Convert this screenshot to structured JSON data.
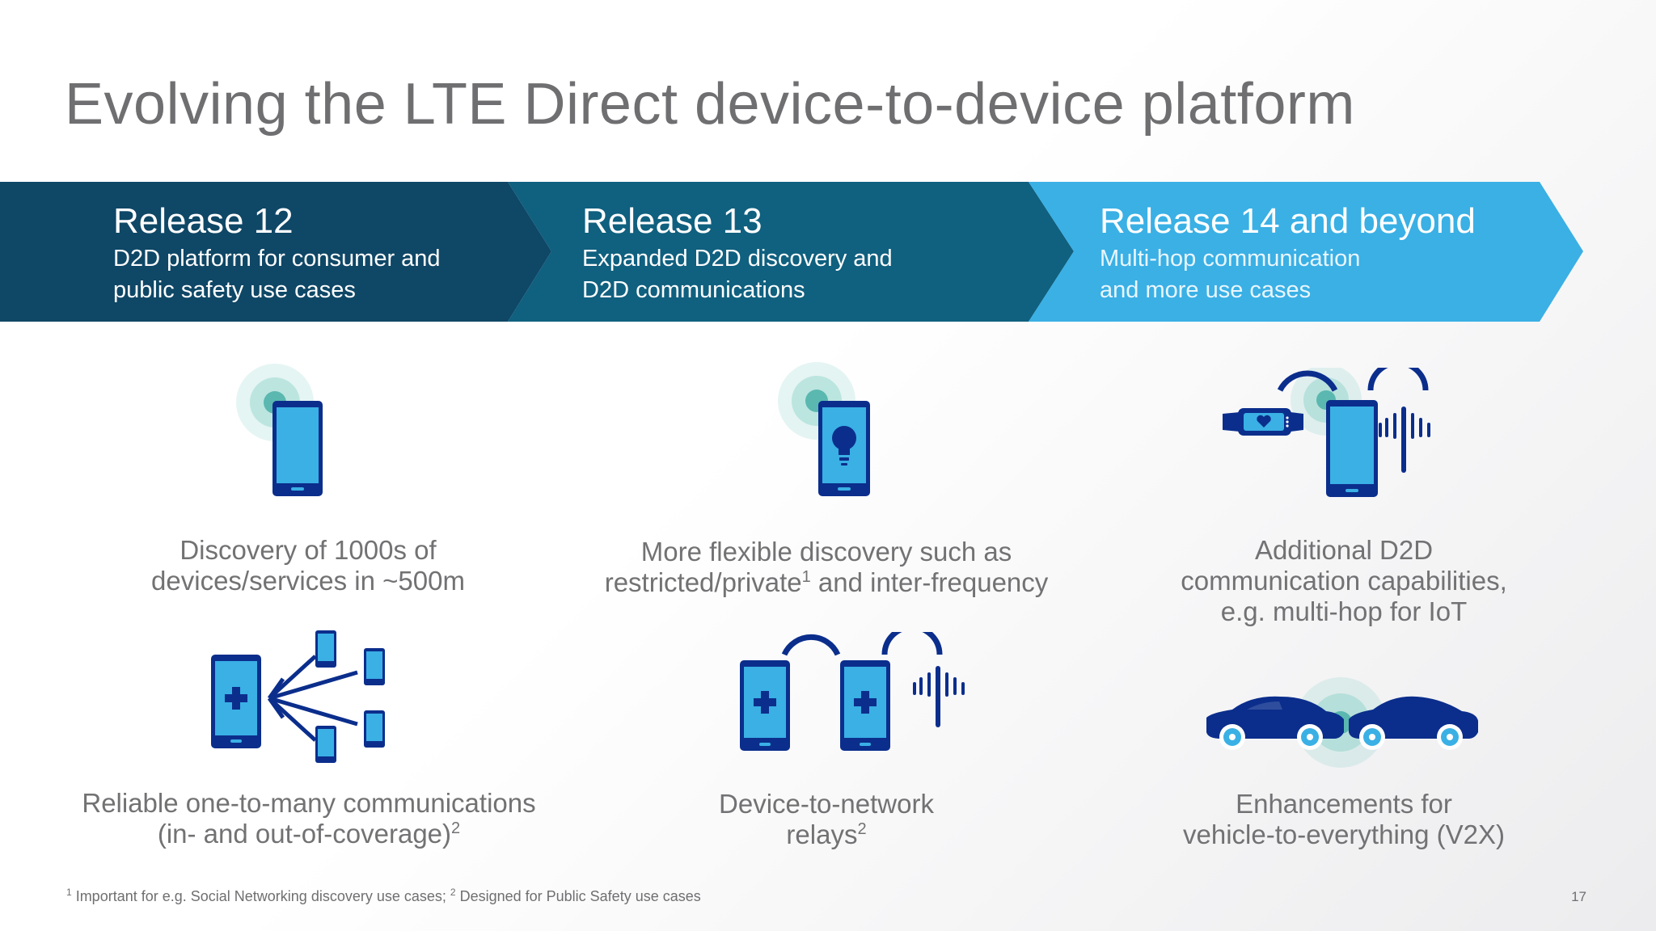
{
  "title": "Evolving the LTE Direct device-to-device platform",
  "colors": {
    "release12": "#0f4766",
    "release13": "#10607f",
    "release14": "#3ab0e5",
    "device_blue": "#0b2e8c",
    "screen_blue": "#3ab0e5",
    "signal_teal": "#6fc8be"
  },
  "releases": [
    {
      "title": "Release 12",
      "line1": "D2D platform for consumer and",
      "line2": "public safety use cases"
    },
    {
      "title": "Release 13",
      "line1": "Expanded D2D discovery and",
      "line2": "D2D communications"
    },
    {
      "title": "Release 14 and beyond",
      "line1": "Multi-hop communication",
      "line2": "and more use cases"
    }
  ],
  "features": {
    "discovery": {
      "icon": "phone-signal-icon",
      "line1": "Discovery of 1000s of",
      "line2": "devices/services in ~500m"
    },
    "flexible": {
      "icon": "phone-lightbulb-icon",
      "line1": "More flexible discovery such as",
      "line2a": "restricted/private",
      "sup": "1",
      "line2b": " and inter-frequency"
    },
    "additional": {
      "icon": "wearable-phone-tower-icon",
      "line1": "Additional D2D",
      "line2": "communication capabilities,",
      "line3": "e.g. multi-hop for IoT"
    },
    "one_to_many": {
      "icon": "one-to-many-phones-icon",
      "line1": "Reliable one-to-many communications",
      "line2": "(in- and out-of-coverage)",
      "sup": "2"
    },
    "relays": {
      "icon": "device-relay-icon",
      "line1": "Device-to-network",
      "line2": "relays",
      "sup": "2"
    },
    "v2x": {
      "icon": "vehicle-to-vehicle-icon",
      "line1": "Enhancements for",
      "line2": "vehicle-to-everything (V2X)"
    }
  },
  "footnote": {
    "sup1": "1",
    "text1": " Important for e.g. Social Networking discovery use cases; ",
    "sup2": "2",
    "text2": " Designed for Public Safety use cases"
  },
  "page_number": "17"
}
